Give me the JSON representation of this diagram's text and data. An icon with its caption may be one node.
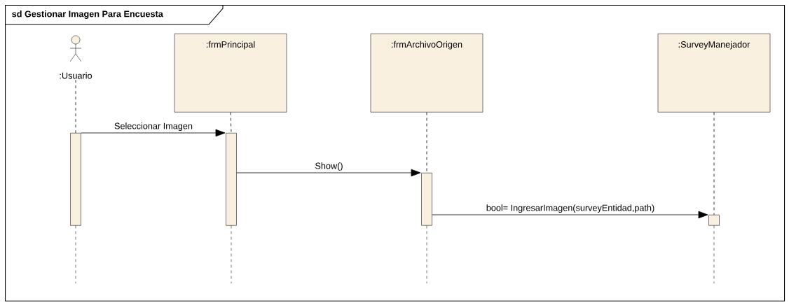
{
  "diagram": {
    "nodes": [
      {
        "text": [
          "sd Gestionar Imagen Para Encuesta"
        ]
      },
      {
        "text": [
          ":Usuario"
        ],
        "in": 0
      },
      {
        "text": [
          ":frmPrincipal"
        ],
        "in": 0
      },
      {
        "text": [
          ":frmArchivoOrigen"
        ],
        "in": 0
      },
      {
        "text": [
          ":SurveyManejador"
        ],
        "in": 0
      },
      {
        "text": [],
        "shape": "bar",
        "in": 0
      },
      {
        "text": [],
        "shape": "bar",
        "in": 0
      },
      {
        "text": [],
        "shape": "bar",
        "in": 0
      },
      {
        "text": [],
        "shape": "bar",
        "in": 0
      }
    ],
    "edges": [
      {
        "from": 1,
        "to": 5,
        "arrow": "none",
        "style": "dashed"
      },
      {
        "from": 2,
        "to": 6,
        "arrow": "none",
        "style": "dashed"
      },
      {
        "from": 3,
        "to": 7,
        "arrow": "none",
        "style": "dashed"
      },
      {
        "from": 4,
        "to": 8,
        "arrow": "none",
        "style": "dashed"
      },
      {
        "from": 5,
        "to": 6,
        "arrow": "to",
        "label": "Seleccionar Imagen"
      },
      {
        "from": 6,
        "to": 7,
        "arrow": "to",
        "label": "Show()"
      },
      {
        "from": 7,
        "to": 8,
        "arrow": "to",
        "label": "bool= IngresarImagen(surveyEntidad,path)"
      }
    ]
  }
}
